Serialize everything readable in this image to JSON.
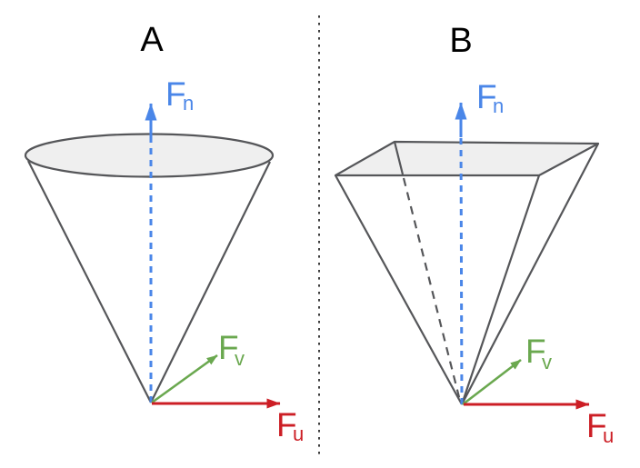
{
  "panel_a": {
    "label": "A",
    "fn": {
      "symbol": "F",
      "sub": "n"
    },
    "fv": {
      "symbol": "F",
      "sub": "v"
    },
    "fu": {
      "symbol": "F",
      "sub": "u"
    }
  },
  "panel_b": {
    "label": "B",
    "fn": {
      "symbol": "F",
      "sub": "n"
    },
    "fv": {
      "symbol": "F",
      "sub": "v"
    },
    "fu": {
      "symbol": "F",
      "sub": "u"
    }
  },
  "colors": {
    "force_normal_blue": "#4a86e8",
    "force_v_green": "#6aa84f",
    "force_u_red": "#cc1e25",
    "shape_outline_gray": "#555659",
    "shape_fill_gray": "#efefef",
    "divider_dot_gray": "#3f3f3f",
    "label_black": "#000000"
  }
}
